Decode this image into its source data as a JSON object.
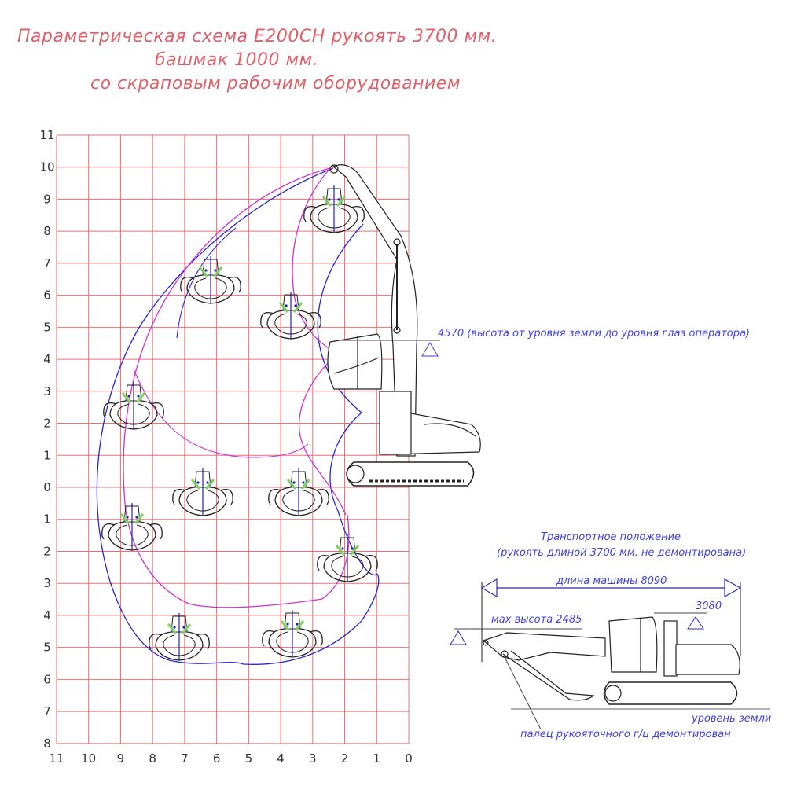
{
  "title": {
    "line1": "Параметрическая схема E200CH рукоять 3700 мм.",
    "line2": "башмак 1000 мм.",
    "line3": "со скраповым рабочим оборудованием"
  },
  "axes": {
    "x_ticks": [
      "11",
      "10",
      "9",
      "8",
      "7",
      "6",
      "5",
      "4",
      "3",
      "2",
      "1",
      "0"
    ],
    "y_ticks_up": [
      "11",
      "10",
      "9",
      "8",
      "7",
      "6",
      "5",
      "4",
      "3",
      "2",
      "1",
      "0"
    ],
    "y_ticks_down": [
      "1",
      "2",
      "3",
      "4",
      "5",
      "6",
      "7",
      "8"
    ]
  },
  "annotations": {
    "eye_level": "4570 (высота от уровня земли до уровня глаз оператора)",
    "transport_title": "Транспортное положение",
    "transport_subtitle": "(рукоять длиной 3700 мм. не демонтирована)",
    "machine_length": "длина машины 8090",
    "height_3080": "3080",
    "max_height": "мах высота 2485",
    "ground_level": "уровень земли",
    "pin_note": "палец рукояточного г/ц демонтирован"
  },
  "colors": {
    "grid": "#e87070",
    "envelope_blue": "#2828d0",
    "envelope_magenta": "#d030d0",
    "title": "#e0606a",
    "annotation": "#4040e0"
  }
}
